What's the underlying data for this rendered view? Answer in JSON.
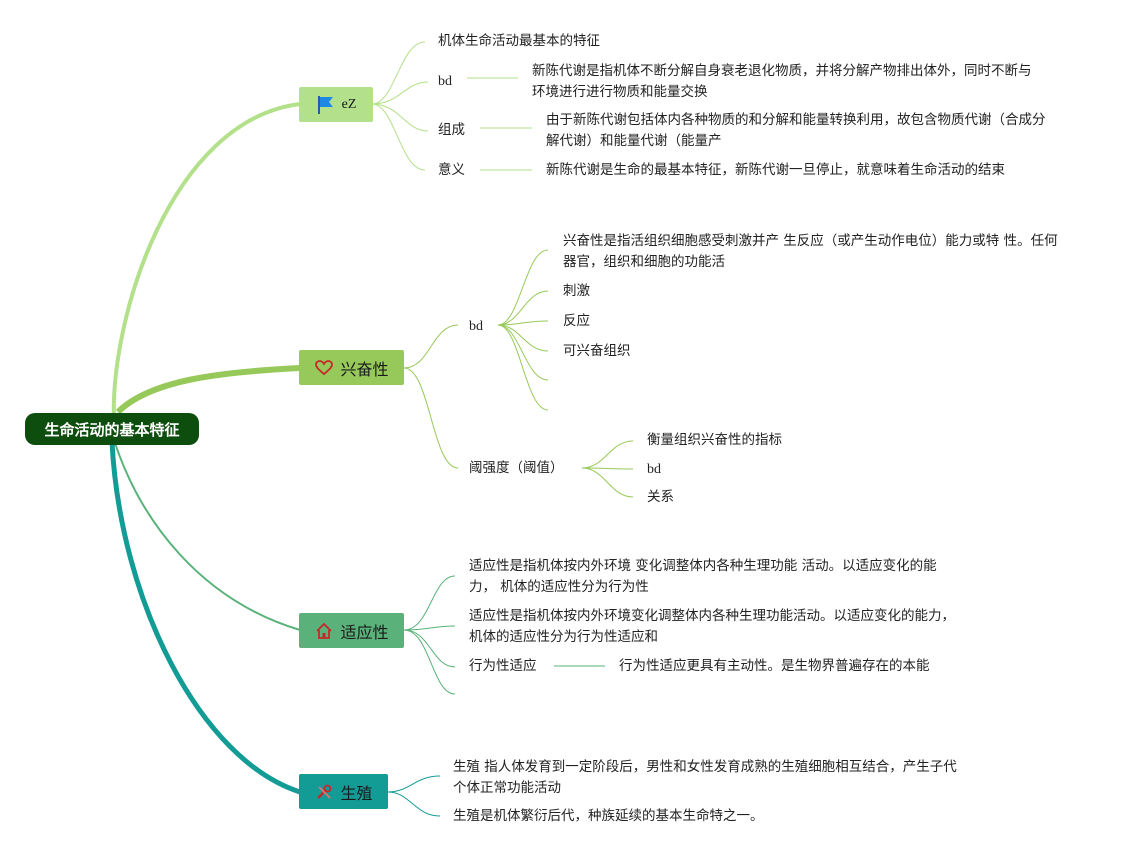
{
  "root": {
    "label": "生命活动的基本特征"
  },
  "branches": {
    "b1": {
      "label": "eZ",
      "icon": "flag-icon",
      "color": "#b3e08a",
      "children": {
        "c1": "机体生命活动最基本的特征",
        "c2": "bd",
        "c2_detail": "新陈代谢是指机体不断分解自身衰老退化物质，并将分解产物排出体外，同时不断与环境进行进行物质和能量交换",
        "c3": "组成",
        "c3_detail": "由于新陈代谢包括体内各种物质的和分解和能量转换利用，故包含物质代谢（合成分解代谢）和能量代谢（能量产",
        "c4": "意义",
        "c4_detail": "新陈代谢是生命的最基本特征，新陈代谢一旦停止，就意味着生命活动的结束"
      }
    },
    "b2": {
      "label": "兴奋性",
      "icon": "heart-icon",
      "color": "#97c95a",
      "children": {
        "bd": "bd",
        "bd_items": [
          "兴奋性是指活组织细胞感受刺激并产 生反应（或产生动作电位）能力或特 性。任何器官，组织和细胞的功能活",
          "刺激",
          "反应",
          "可兴奋组织"
        ],
        "threshold": "阈强度（阈值）",
        "threshold_items": [
          "衡量组织兴奋性的指标",
          "bd",
          "关系"
        ]
      }
    },
    "b3": {
      "label": "适应性",
      "icon": "house-icon",
      "color": "#5ab27a",
      "children": {
        "c1": "适应性是指机体按内外环境 变化调整体内各种生理功能 活动。以适应变化的能力， 机体的适应性分为行为性",
        "c2": "适应性是指机体按内外环境变化调整体内各种生理功能活动。以适应变化的能力，机体的适应性分为行为性适应和",
        "c3": "行为性适应",
        "c3_detail": "行为性适应更具有主动性。是生物界普遍存在的本能"
      }
    },
    "b4": {
      "label": "生殖",
      "icon": "tools-icon",
      "color": "#139c96",
      "children": {
        "c1": "生殖 指人体发育到一定阶段后，男性和女性发育成熟的生殖细胞相互结合，产生子代个体正常功能活动",
        "c2": "生殖是机体繁衍后代，种族延续的基本生命特之一。"
      }
    }
  }
}
